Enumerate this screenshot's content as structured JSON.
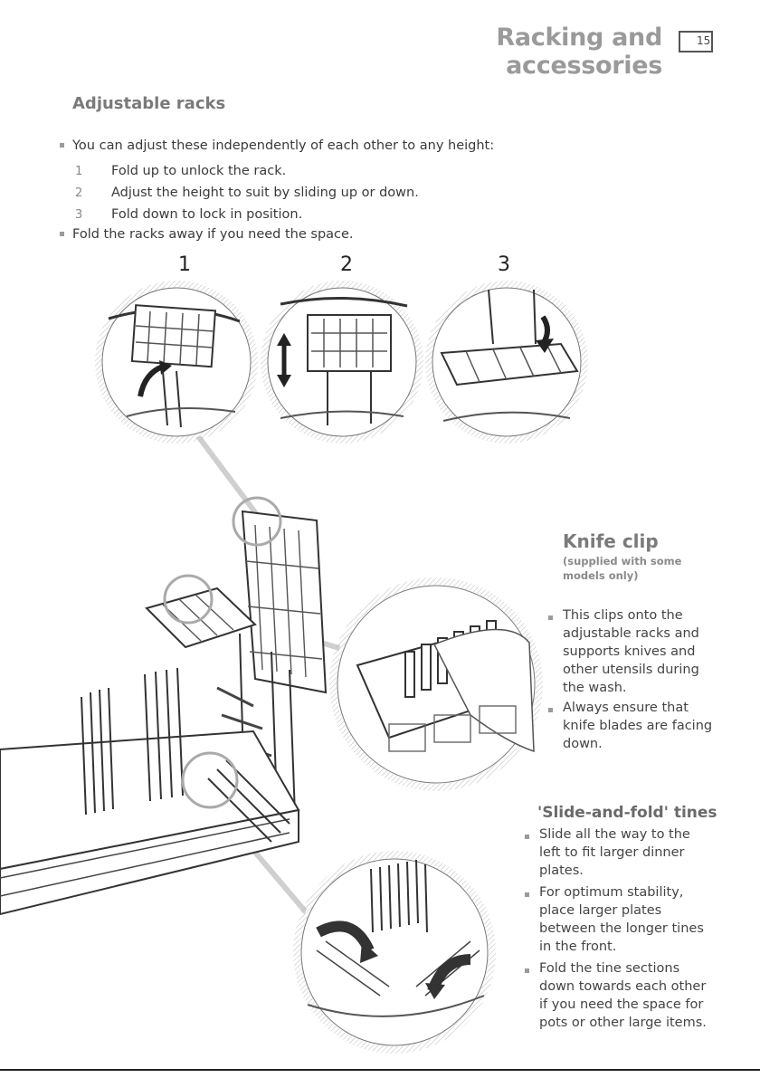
{
  "header": {
    "title": "Racking and accessories",
    "page_number": "15"
  },
  "adjustable_racks": {
    "title": "Adjustable racks",
    "intro": "You can adjust these independently of each other to any height:",
    "steps": [
      {
        "num": "1",
        "text": "Fold up to unlock the rack."
      },
      {
        "num": "2",
        "text": "Adjust the height to suit by sliding up or down."
      },
      {
        "num": "3",
        "text": "Fold down to lock in position."
      }
    ],
    "outro": "Fold the racks away if you need the space."
  },
  "figure_labels": [
    "1",
    "2",
    "3"
  ],
  "knife_clip": {
    "title": "Knife clip",
    "subtitle_line1": "(supplied with some",
    "subtitle_line2": "models only)",
    "bullets": [
      [
        "This clips onto the",
        "adjustable racks and",
        "supports knives and",
        "other utensils during",
        "the wash."
      ],
      [
        "Always ensure that",
        "knife blades are facing",
        "down."
      ]
    ]
  },
  "tines": {
    "title": "'Slide-and-fold' tines",
    "bullets": [
      [
        "Slide all the way to the",
        "left to fit larger dinner",
        "plates."
      ],
      [
        "For optimum stability,",
        "place larger plates",
        "between the longer tines",
        "in the front."
      ],
      [
        "Fold the tine sections",
        "down towards each other",
        "if you need the space for",
        "pots or other large items."
      ]
    ]
  }
}
